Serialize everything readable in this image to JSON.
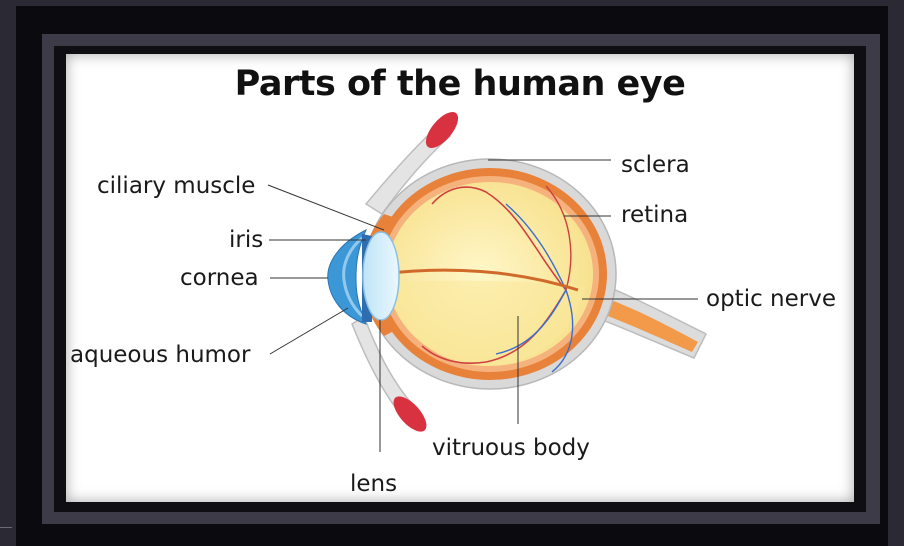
{
  "diagram": {
    "title": "Parts of the human eye",
    "labels": {
      "ciliary_muscle": "ciliary muscle",
      "iris": "iris",
      "cornea": "cornea",
      "aqueous_humor": "aqueous humor",
      "lens": "lens",
      "vitruous_body": "vitruous body",
      "sclera": "sclera",
      "retina": "retina",
      "optic_nerve": "optic nerve"
    }
  },
  "colors": {
    "frame_outer": "#0b0a0f",
    "frame_band": "#3d3b47",
    "panel": "#ffffff",
    "sclera": "#d8d8d8",
    "choroid": "#e8823a",
    "vitreous": "#fbeea4",
    "lens": "#d6eefa",
    "cornea": "#3b97d6",
    "muscle": "#d8313f"
  }
}
